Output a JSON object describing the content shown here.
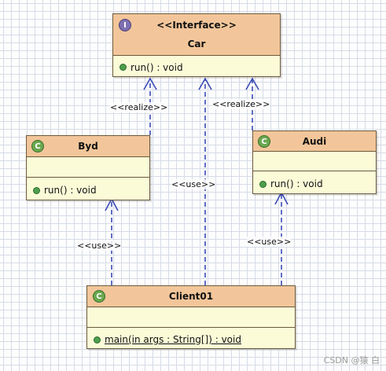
{
  "classes": {
    "car": {
      "stereotype": "<<Interface>>",
      "name": "Car",
      "operation": "run() : void",
      "badge": "I"
    },
    "byd": {
      "name": "Byd",
      "operation": "run() : void",
      "badge": "C"
    },
    "audi": {
      "name": "Audi",
      "operation": "run() : void",
      "badge": "C"
    },
    "client": {
      "name": "Client01",
      "operation": "main(in args : String[]) : void",
      "badge": "C"
    }
  },
  "relations": {
    "byd_car": "<<realize>>",
    "audi_car": "<<realize>>",
    "client_car": "<<use>>",
    "client_byd": "<<use>>",
    "client_audi": "<<use>>"
  },
  "colors": {
    "class_header": "#f2c69a",
    "class_body": "#fbfbd8",
    "connector": "#3b4bb5",
    "interface_badge": "#7e6fb2",
    "class_badge": "#6aa84f"
  },
  "watermark": "CSDN @猿 白"
}
